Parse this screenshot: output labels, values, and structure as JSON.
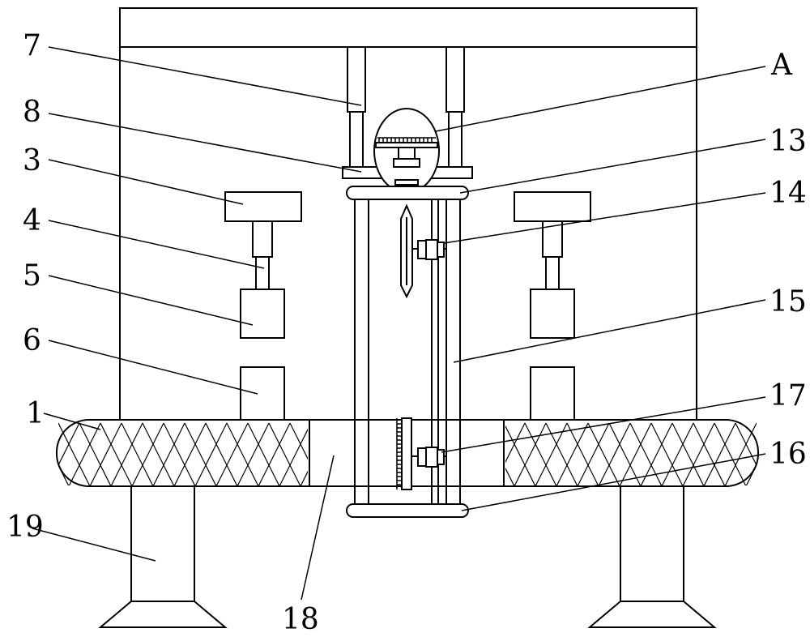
{
  "colors": {
    "stroke": "#000000",
    "background": "#ffffff"
  },
  "labels": {
    "l1": "1",
    "l3": "3",
    "l4": "4",
    "l5": "5",
    "l6": "6",
    "l7": "7",
    "l8": "8",
    "lA": "A",
    "l13": "13",
    "l14": "14",
    "l15": "15",
    "l16": "16",
    "l17": "17",
    "l18": "18",
    "l19": "19"
  }
}
